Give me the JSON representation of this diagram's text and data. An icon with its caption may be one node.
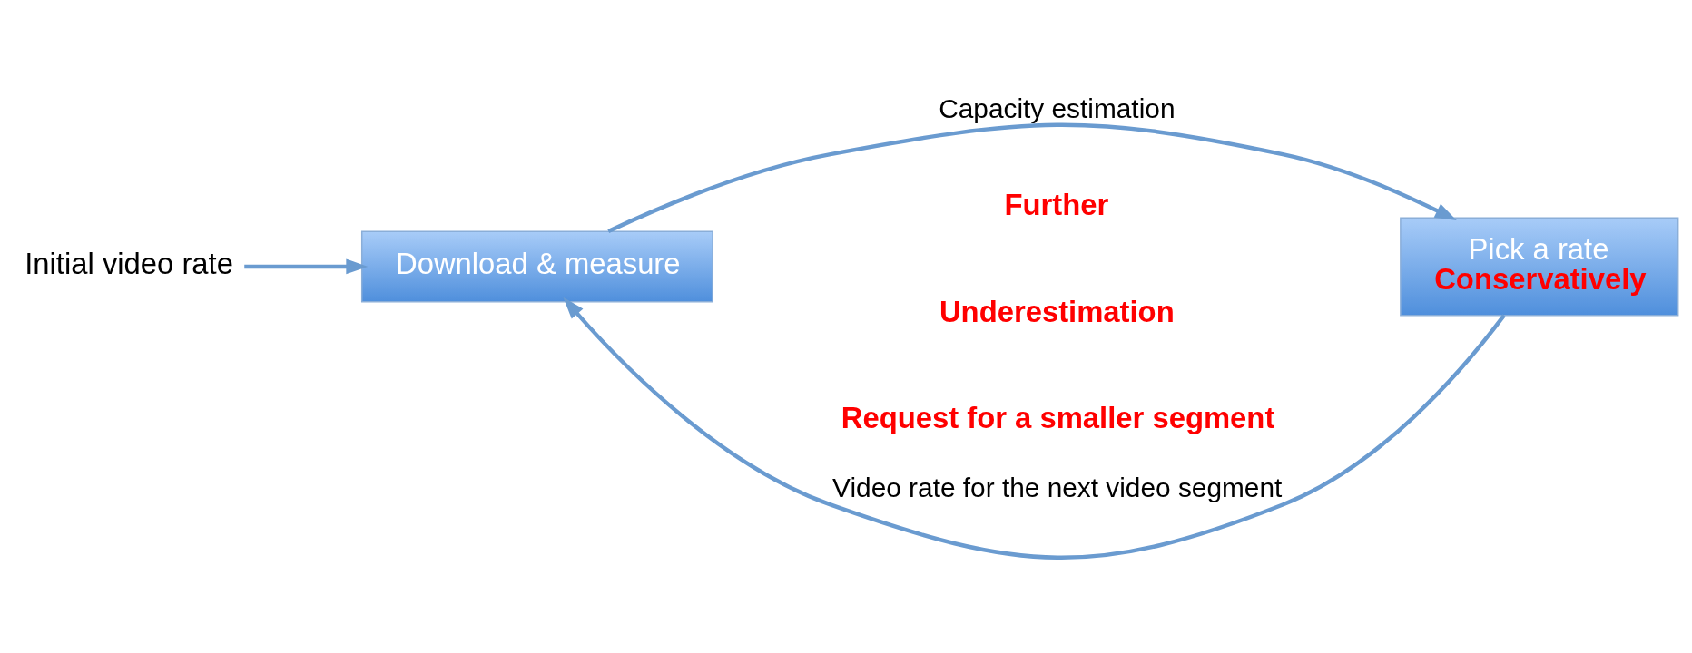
{
  "diagram": {
    "nodes": [
      {
        "text": [
          "Initial video rate"
        ]
      },
      {
        "text": [
          "Download & measure"
        ]
      },
      {
        "text": [
          "Pick a rate",
          "Conservatively"
        ]
      }
    ],
    "edges": [
      {
        "from": 0,
        "to": 1,
        "arrow": "to"
      },
      {
        "from": 1,
        "to": 2,
        "arrow": "to",
        "label": "Capacity estimation"
      },
      {
        "from": 2,
        "to": 1,
        "arrow": "to",
        "label": "Video rate for the next video segment"
      }
    ],
    "labels": [
      "Further",
      "Underestimation",
      "Request for a smaller segment"
    ]
  }
}
